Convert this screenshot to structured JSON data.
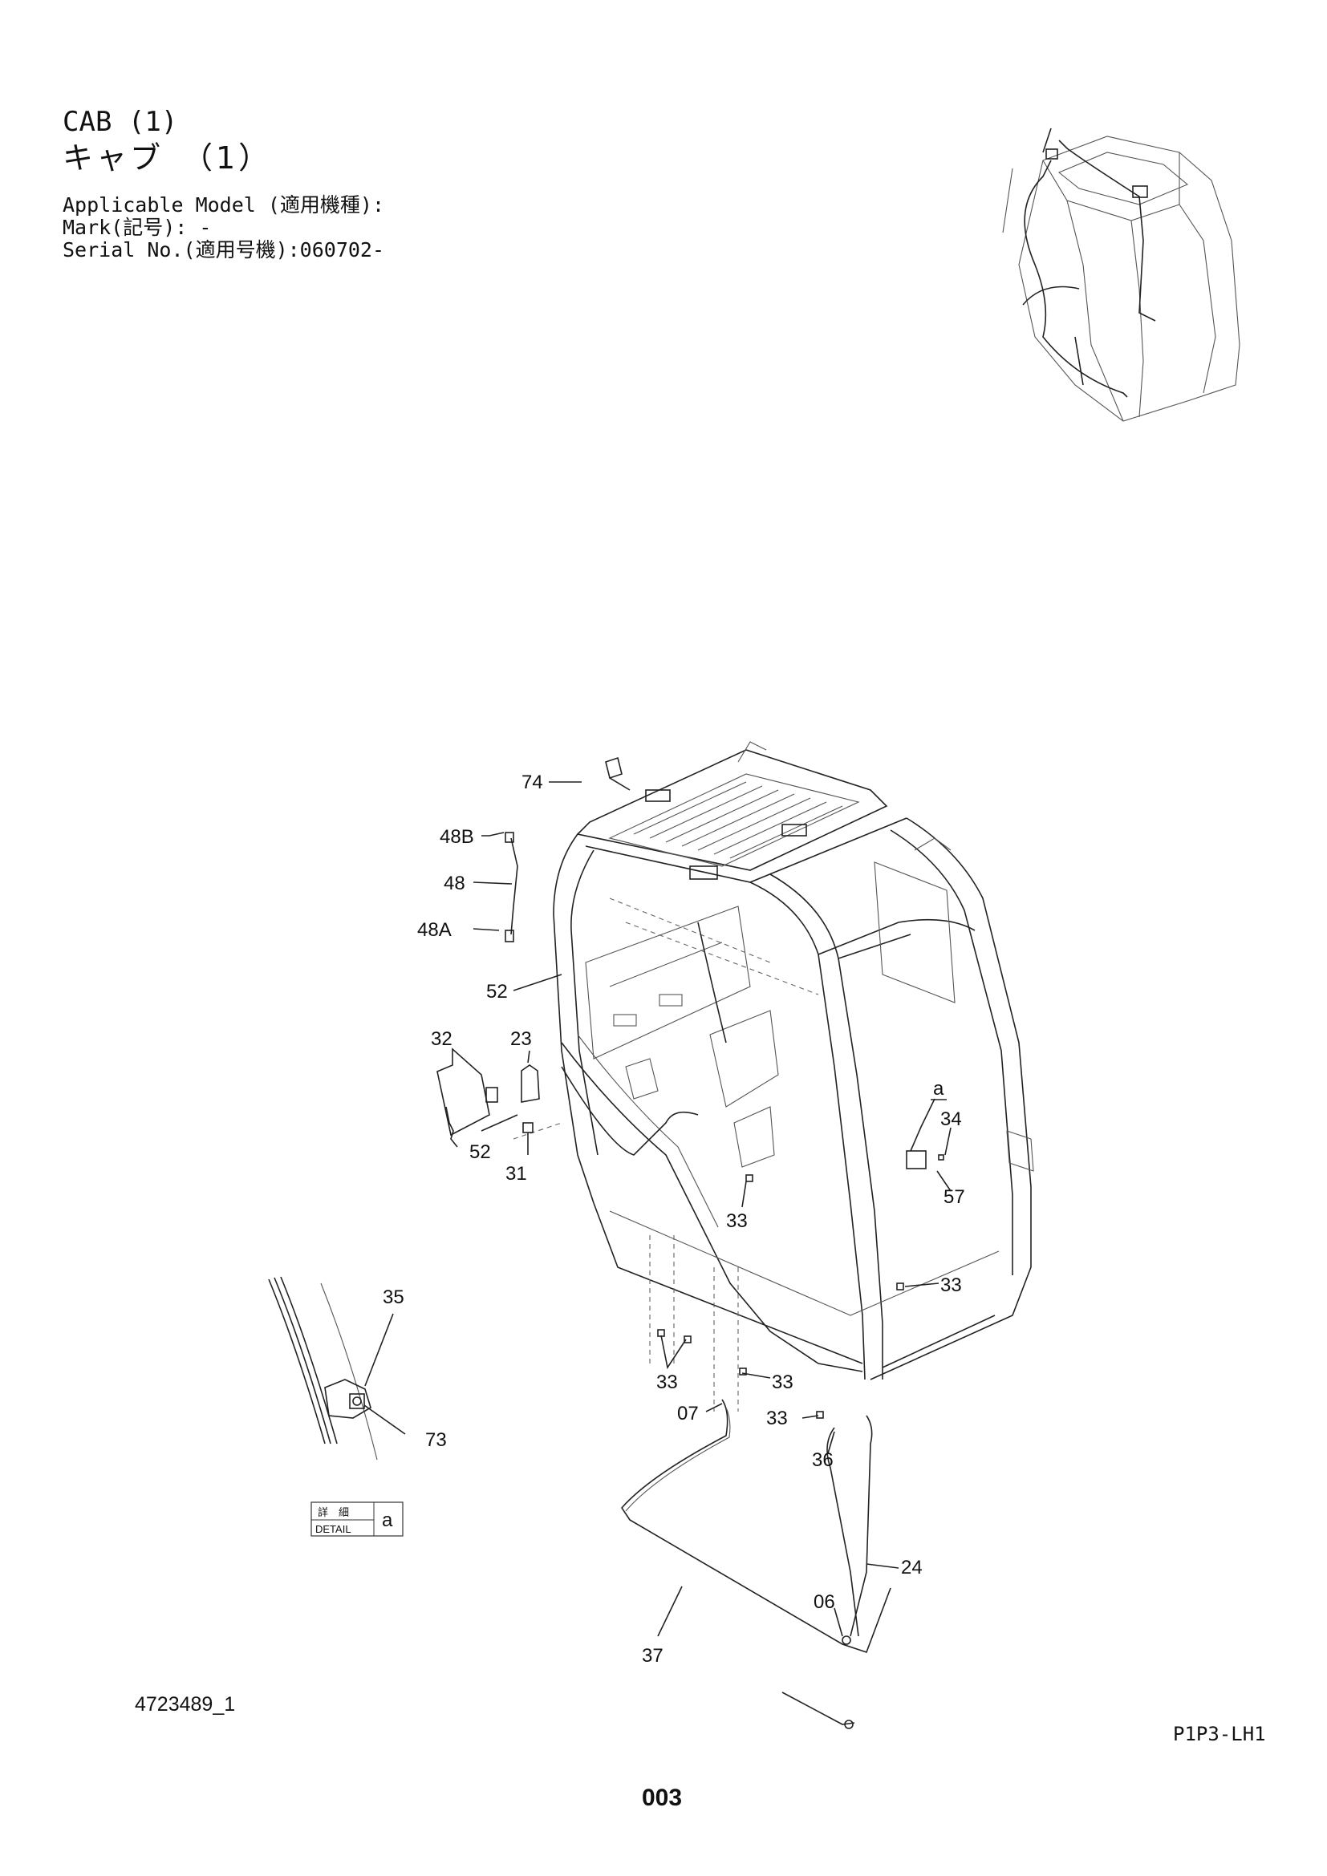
{
  "header": {
    "title_en": "CAB (1)",
    "title_ja": "キャブ　（1）",
    "applicable_model": "Applicable Model (適用機種):",
    "mark": "Mark(記号): -",
    "serial": "Serial No.(適用号機):060702-"
  },
  "callouts": {
    "c74": "74",
    "c48b": "48B",
    "c48": "48",
    "c48a": "48A",
    "c52a": "52",
    "c32": "32",
    "c23": "23",
    "c52b": "52",
    "c31": "31",
    "c33a": "33",
    "ca": "a",
    "c34": "34",
    "c57": "57",
    "c33b": "33",
    "c33c": "33",
    "c33d": "33",
    "c07": "07",
    "c33e": "33",
    "c36": "36",
    "c24": "24",
    "c06": "06",
    "c37": "37",
    "c35": "35",
    "c73": "73"
  },
  "detail": {
    "ja": "詳　細",
    "en": "DETAIL",
    "letter": "a"
  },
  "footer": {
    "drawing_number": "4723489_1",
    "page_code": "P1P3-LH1",
    "page_number": "003"
  },
  "icons": [
    "cab-thumbnail-icon",
    "cab-frame-icon",
    "detail-a-icon",
    "harness-icon"
  ]
}
